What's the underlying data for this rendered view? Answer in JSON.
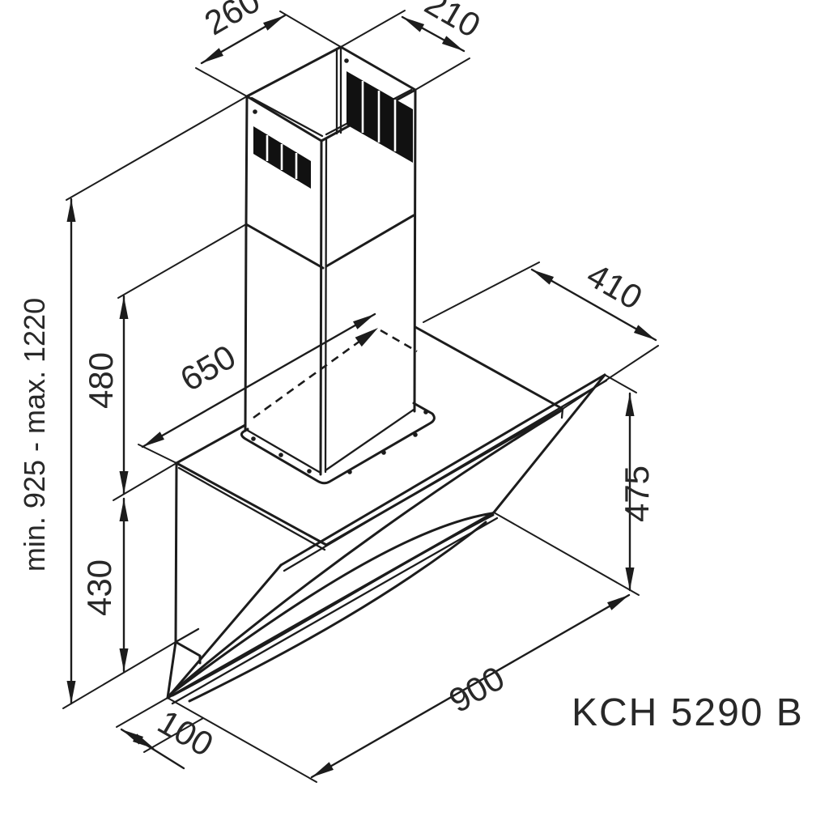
{
  "drawing": {
    "kind": "installation dimension diagram",
    "product": "wall chimney cooker hood",
    "model_label": "KCH 5290 B"
  },
  "dimensions": {
    "chimney_top_width": "260",
    "chimney_top_depth": "210",
    "duct_section_height": "480",
    "body_height": "430",
    "total_height_range": "min. 925 - max. 1220",
    "top_shelf_width": "650",
    "top_shelf_depth": "410",
    "glass_front_height": "475",
    "hood_width": "900",
    "bottom_lip_depth": "100"
  }
}
